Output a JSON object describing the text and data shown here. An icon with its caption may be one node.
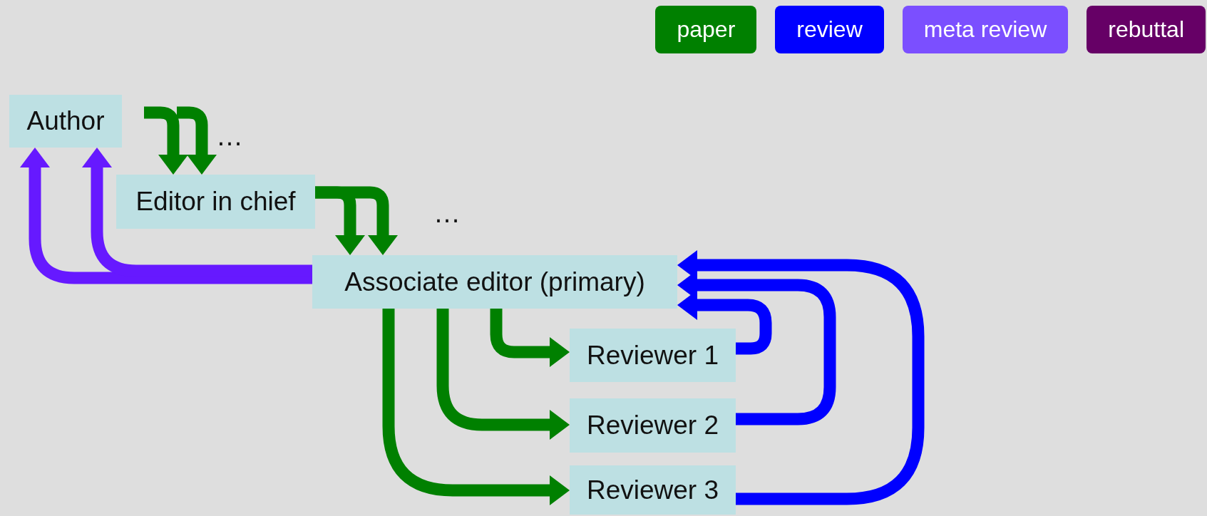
{
  "diagram": {
    "nodes": [
      {
        "text": [
          "Author"
        ]
      },
      {
        "text": [
          "Editor in chief"
        ]
      },
      {
        "text": [
          "Associate editor (primary)"
        ]
      },
      {
        "text": [
          "Reviewer 1"
        ]
      },
      {
        "text": [
          "Reviewer 2"
        ]
      },
      {
        "text": [
          "Reviewer 3"
        ]
      }
    ],
    "edges": [
      {
        "from": null,
        "to": 1,
        "arrow": "to"
      },
      {
        "from": null,
        "to": 1,
        "arrow": "to"
      },
      {
        "from": 1,
        "to": 2,
        "arrow": "to"
      },
      {
        "from": 1,
        "to": 2,
        "arrow": "to"
      },
      {
        "from": 2,
        "to": 0,
        "arrow": "to",
        "color": "#6619ff"
      },
      {
        "from": 2,
        "to": 0,
        "arrow": "to",
        "color": "#6619ff"
      },
      {
        "from": 2,
        "to": 3,
        "arrow": "to"
      },
      {
        "from": 2,
        "to": 4,
        "arrow": "to"
      },
      {
        "from": 2,
        "to": 5,
        "arrow": "to"
      },
      {
        "from": 3,
        "to": 2,
        "arrow": "to",
        "color": "#0000ff"
      },
      {
        "from": 4,
        "to": 2,
        "arrow": "to",
        "color": "#0000ff"
      },
      {
        "from": 5,
        "to": 2,
        "arrow": "to",
        "color": "#0000ff"
      }
    ],
    "labels": [
      "…",
      "…"
    ],
    "legend": [
      {
        "text": "paper",
        "color": "#008000"
      },
      {
        "text": "review",
        "color": "#0000ff"
      },
      {
        "text": "meta review",
        "color": "#7b4fff"
      },
      {
        "text": "rebuttal",
        "color": "#660066"
      }
    ]
  }
}
